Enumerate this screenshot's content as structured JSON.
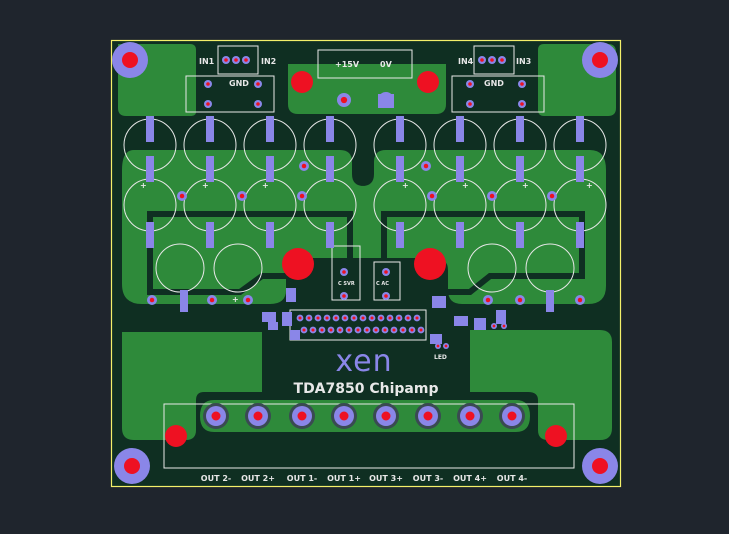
{
  "colors": {
    "background": "#1f252d",
    "board": "#0f2f22",
    "copper": "#2e8a3a",
    "pad": "#8a86e8",
    "hole": "#ee1122",
    "outline": "#f4f06a",
    "silk": "#e8e8e8"
  },
  "labels": {
    "in1": "IN1",
    "in2": "IN2",
    "gnd_left": "GND",
    "in4": "IN4",
    "in3": "IN3",
    "gnd_right": "GND",
    "plus15v": "+15V",
    "zero_v": "0V",
    "logo": "xen",
    "title": "TDA7850 Chipamp",
    "led": "LED",
    "c_svr": "C SVR",
    "c_ac": "C AC",
    "plus": "+"
  },
  "outputs": [
    "OUT 2-",
    "OUT 2+",
    "OUT 1-",
    "OUT 1+",
    "OUT 3+",
    "OUT 3-",
    "OUT 4+",
    "OUT 4-"
  ]
}
